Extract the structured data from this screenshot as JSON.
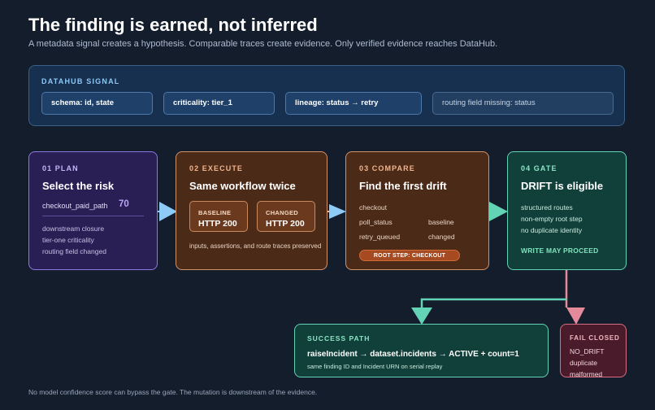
{
  "header": {
    "title": "The finding is earned, not inferred",
    "subtitle": "A metadata signal creates a hypothesis. Comparable traces create evidence. Only verified evidence reaches DataHub."
  },
  "signal": {
    "heading": "DATAHUB SIGNAL",
    "chips": [
      "schema: id, state",
      "criticality: tier_1",
      "lineage: status → retry",
      "routing field missing: status"
    ]
  },
  "plan": {
    "step": "01 PLAN",
    "title": "Select the risk",
    "path": "checkout_paid_path",
    "score": "70",
    "reasons": [
      "downstream closure",
      "tier-one criticality",
      "routing field changed"
    ]
  },
  "execute": {
    "step": "02 EXECUTE",
    "title": "Same workflow twice",
    "baseline_label": "BASELINE",
    "baseline_value": "HTTP 200",
    "changed_label": "CHANGED",
    "changed_value": "HTTP 200",
    "note": "inputs, assertions, and route traces preserved"
  },
  "compare": {
    "step": "03 COMPARE",
    "title": "Find the first drift",
    "rows": [
      {
        "name": "checkout",
        "side": ""
      },
      {
        "name": "poll_status",
        "side": "baseline"
      },
      {
        "name": "retry_queued",
        "side": "changed"
      }
    ],
    "badge": "ROOT STEP: CHECKOUT"
  },
  "gate": {
    "step": "04 GATE",
    "title": "DRIFT is eligible",
    "checks": [
      "structured routes",
      "non-empty root step",
      "no duplicate identity"
    ],
    "verdict": "WRITE MAY PROCEED"
  },
  "success": {
    "heading": "SUCCESS PATH",
    "mutation": "raiseIncident → dataset.incidents → ACTIVE + count=1",
    "note": "same finding ID and Incident URN on serial replay"
  },
  "fail": {
    "heading": "FAIL CLOSED",
    "items": [
      "NO_DRIFT",
      "duplicate",
      "malformed"
    ]
  },
  "footnote": "No model confidence score can bypass the gate. The mutation is downstream of the evidence.",
  "colors": {
    "background": "#141d2c",
    "signal": "#17304f",
    "plan": "#2a1f55",
    "accent_orange": "#d3936a",
    "accent_green": "#62d3b4",
    "accent_red": "#d96d82",
    "arrow_blue": "#8ecbf7",
    "score_purple": "#b9a5f7"
  }
}
